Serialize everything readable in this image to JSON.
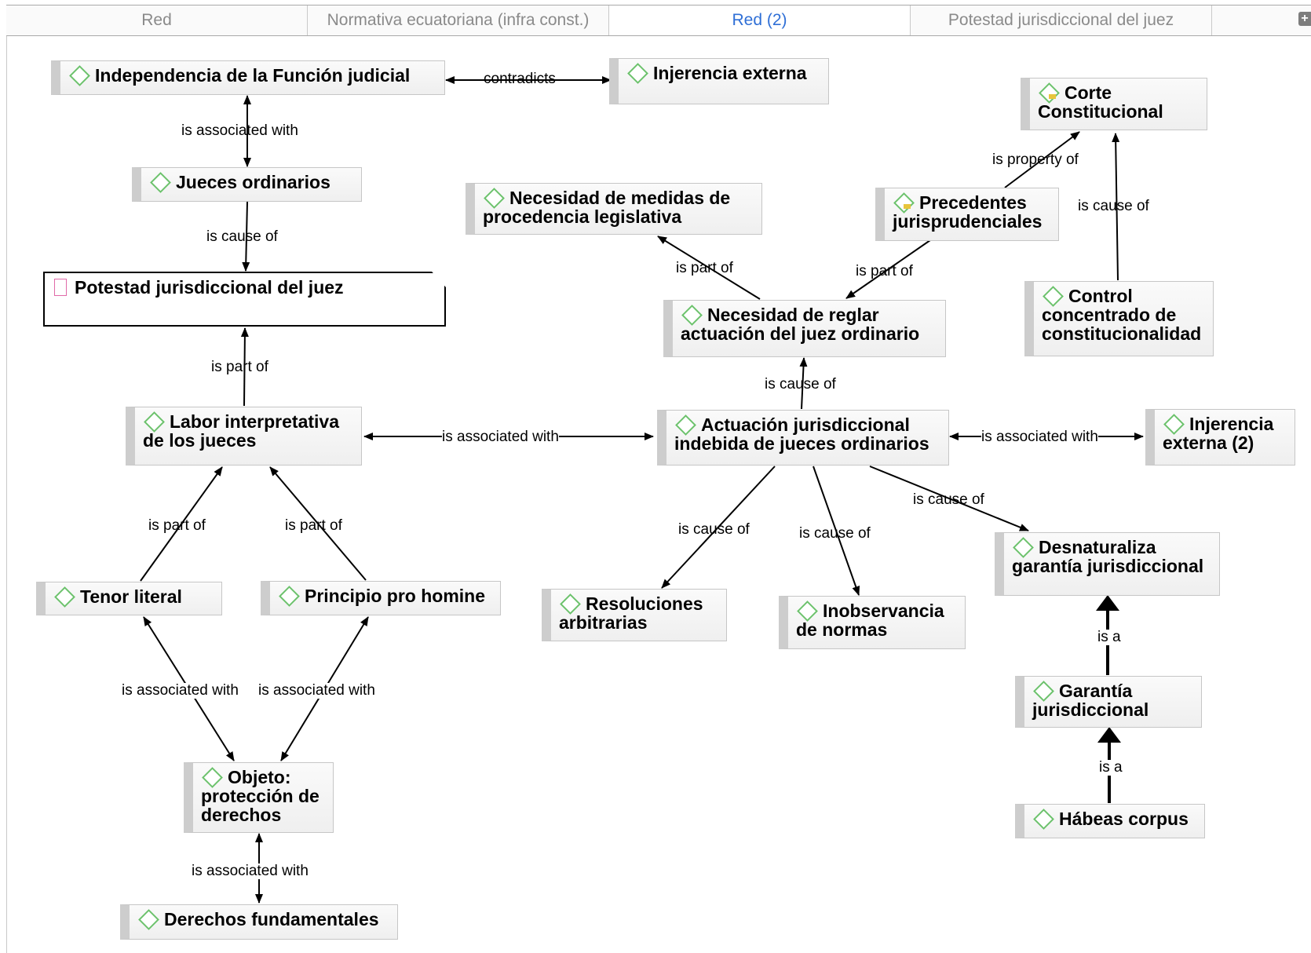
{
  "tabs": [
    {
      "label": "Red",
      "active": false
    },
    {
      "label": "Normativa ecuatoriana (infra const.)",
      "active": false
    },
    {
      "label": "Red (2)",
      "active": true
    },
    {
      "label": "Potestad jurisdiccional del juez",
      "active": false
    }
  ],
  "tab_add_icon": "plus-icon",
  "nodes": {
    "independencia": "Independencia de la Función judicial",
    "injerencia_externa": "Injerencia externa",
    "corte_constitucional": "Corte Constitucional",
    "jueces_ordinarios": "Jueces ordinarios",
    "necesidad_medidas": "Necesidad de medidas de procedencia legislativa",
    "precedentes": "Precedentes jurisprudenciales",
    "potestad": "Potestad jurisdiccional del juez",
    "necesidad_reglar": "Necesidad de reglar actuación del juez ordinario",
    "control_concentrado": "Control concentrado de constitucionalidad",
    "labor_interpretativa": "Labor interpretativa de los jueces",
    "actuacion_indebida": "Actuación jurisdiccional indebida de jueces ordinarios",
    "injerencia_externa_2": "Injerencia externa (2)",
    "tenor_literal": "Tenor literal",
    "principio_pro_homine": "Principio pro homine",
    "resoluciones_arbitrarias": "Resoluciones arbitrarias",
    "inobservancia": "Inobservancia de normas",
    "desnaturaliza": "Desnaturaliza garantía jurisdiccional",
    "garantia": "Garantía jurisdiccional",
    "objeto": "Objeto: protección de derechos",
    "habeas": "Hábeas corpus",
    "derechos": "Derechos fundamentales"
  },
  "relations": {
    "contradicts": "contradicts",
    "independencia_jueces": "is associated with",
    "jueces_potestad": "is cause of",
    "precedentes_corte": "is property of",
    "control_corte": "is cause of",
    "reglar_medidas": "is part of",
    "precedentes_reglar": "is part of",
    "labor_potestad": "is part of",
    "actuacion_reglar": "is cause of",
    "labor_actuacion": "is associated with",
    "actuacion_injerencia2": "is associated with",
    "tenor_labor": "is part of",
    "prohomine_labor": "is part of",
    "actuacion_resoluciones": "is cause of",
    "actuacion_inobservancia": "is cause of",
    "actuacion_desnaturaliza": "is cause of",
    "garantia_desnaturaliza": "is a",
    "tenor_objeto": "is associated with",
    "prohomine_objeto": "is associated with",
    "habeas_garantia": "is a",
    "objeto_derechos": "is associated with"
  },
  "icons": {
    "code": "diamond-icon",
    "memo": "memo-icon",
    "comment": "note-icon"
  },
  "colors": {
    "active_tab": "#2f6fd6",
    "code_icon": "#6cc26c",
    "memo_icon": "#e06aa8",
    "comment_icon": "#e8c53c"
  }
}
